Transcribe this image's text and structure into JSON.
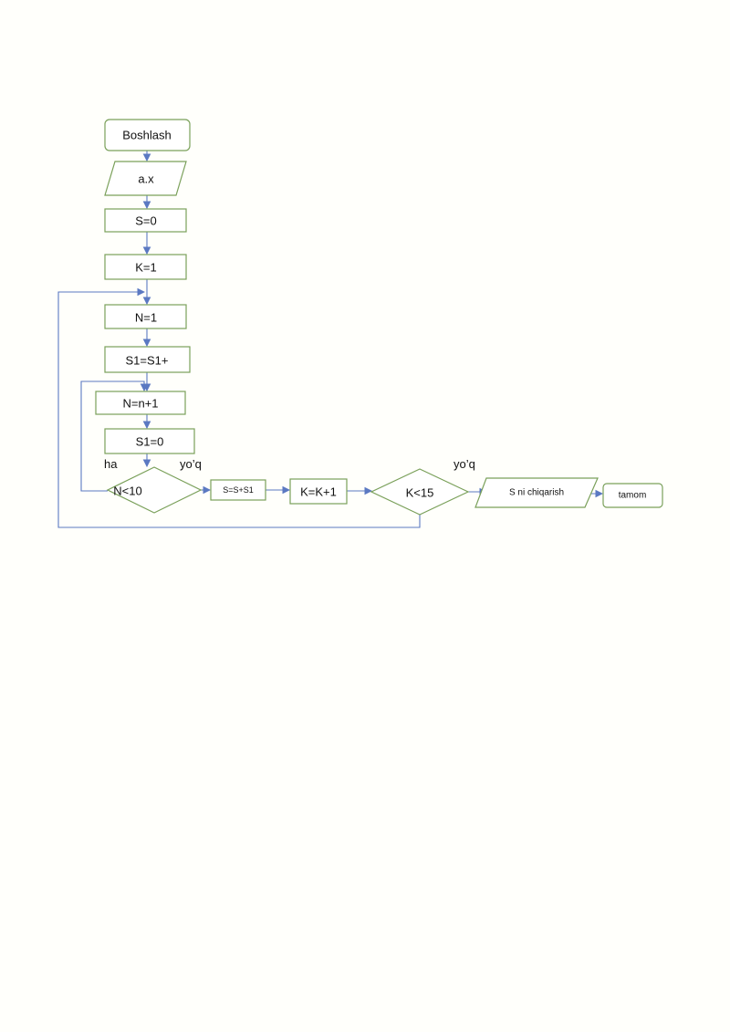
{
  "nodes": {
    "start": "Boshlash",
    "input": "a.x",
    "s_init": "S=0",
    "k_init": "K=1",
    "n_init": "N=1",
    "s1_update": "S1=S1+",
    "n_increment": "N=n+1",
    "s1_init": "S1=0",
    "n_condition": "N<10",
    "s_sum": "S=S+S1",
    "k_increment": "K=K+1",
    "k_condition": "K<15",
    "output": "S ni chiqarish",
    "end": "tamom"
  },
  "edge_labels": {
    "n_yes": "ha",
    "n_no": "yo’q",
    "k_no": "yo’q"
  }
}
